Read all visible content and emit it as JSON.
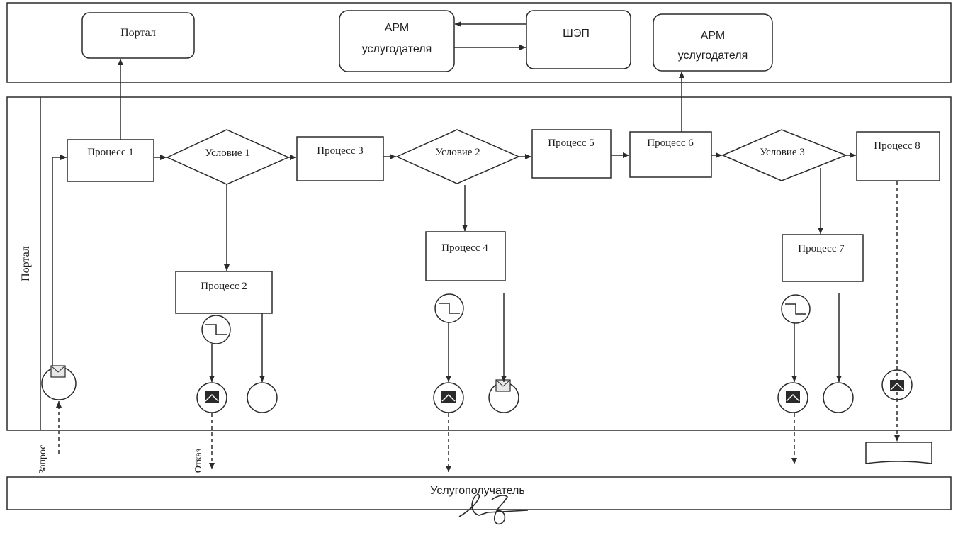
{
  "colors": {
    "line": "#2a2a2a",
    "background": "#ffffff"
  },
  "top_lane": {
    "portal": "Портал",
    "arm1_line1": "АРМ",
    "arm1_line2": "услугодателя",
    "shep": "ШЭП",
    "arm2_line1": "АРМ",
    "arm2_line2": "услугодателя"
  },
  "portal_lane": {
    "lane_label": "Портал",
    "process1": "Процесс 1",
    "condition1": "Условие 1",
    "process2": "Процесс 2",
    "process3": "Процесс 3",
    "condition2": "Условие 2",
    "process4": "Процесс 4",
    "process5": "Процесс 5",
    "process6": "Процесс 6",
    "condition3": "Условие 3",
    "process7": "Процесс 7",
    "process8": "Процесс 8"
  },
  "edge_labels": {
    "request": "Запрос",
    "refusal": "Отказ"
  },
  "bottom_lane": {
    "recipient": "Услугополучатель"
  }
}
